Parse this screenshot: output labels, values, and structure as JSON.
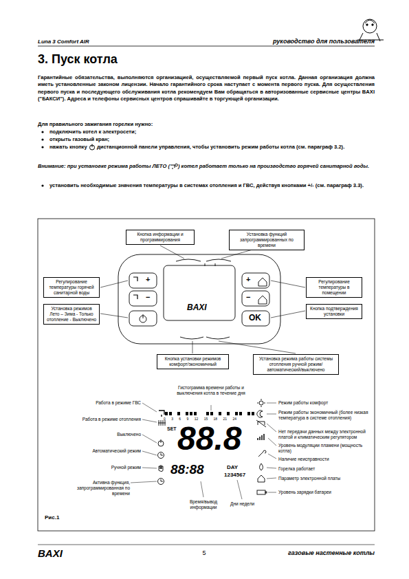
{
  "diagram": {
    "title": "3. Пуск котла",
    "nodes": [
      {
        "text": [
          "Кнопка информации и программирования"
        ]
      },
      {
        "text": [
          "Установка функций запрограммированных по времени"
        ]
      },
      {
        "text": [
          "Регулирование температуры горячей санитарной воды"
        ]
      },
      {
        "text": [
          "Установка режимов Лето – Зима - Только отопление - Выключено"
        ]
      },
      {
        "text": [
          "Регулирование температуры в помещении"
        ]
      },
      {
        "text": [
          "Кнопка подтверждения установки"
        ]
      },
      {
        "text": [
          "Кнопка установки режимов комфорт/экономичный"
        ]
      },
      {
        "text": [
          "Установка режима работы системы отопления ручной режим/ автоматический/выключено"
        ]
      }
    ],
    "edges": [],
    "labels": [
      "Luna 3 Comfort AIR",
      "руководство для пользователя",
      "Гарантийные обязательства, выполняются организацией, осуществляемой первый пуск котла. Данная организация должна иметь установленные законом лицензии. Начало гарантийного срока наступает с момента первого пуска. Для осуществления первого пуска и последующего обслуживания котла рекомендуем Вам обращаться в авторизованные сервисные центры BAXI (\"БАКСИ\"). Адреса и телефоны сервисных центров спрашивайте в торгующей организации.",
      "Для правильного зажигания горелки нужно:",
      "подключить котел к электросети;",
      "открыть газовый кран;",
      "нажать кнопку",
      "дистанционной панели управления, чтобы установить режим работы котла (см. параграф 3.2).",
      "Внимание: при установке режима работы ЛЕТО (",
      ") котел работает только на производство горячей санитарной воды.",
      "установить необходимые значения температуры в системах отопления и ГВС, действуя кнопками +/- (см. параграф 3.3).",
      "OK",
      "BAXI",
      "Гистограмма времени работы и выключения котла в течение дня",
      "0 3 6 9 12 15 18 21 24",
      "SET",
      "88.8",
      "88:88",
      "DAY",
      "1234567",
      "Работа в режиме ГВС",
      "Работа в режиме отопления",
      "Выключено",
      "Автоматический режим",
      "Ручной режим",
      "Активна функция, запрограммированная по времени",
      "Режим работы комфорт",
      "Режим работы экономичный (более низкая температура в системе отопления)",
      "Нет передачи данных между электронной платой и климатическим регулятором",
      "Уровень модуляции пламени (мощность котла)",
      "Наличие неисправности",
      "Горелка работает",
      "Параметр электронной платы",
      "Уровень зарядки батареи",
      "Время/вывод информации",
      "Дни недели",
      "Рис.1",
      "BAXI",
      "5",
      "газовые настенные котлы",
      "+",
      "−",
      "+",
      "−"
    ]
  }
}
